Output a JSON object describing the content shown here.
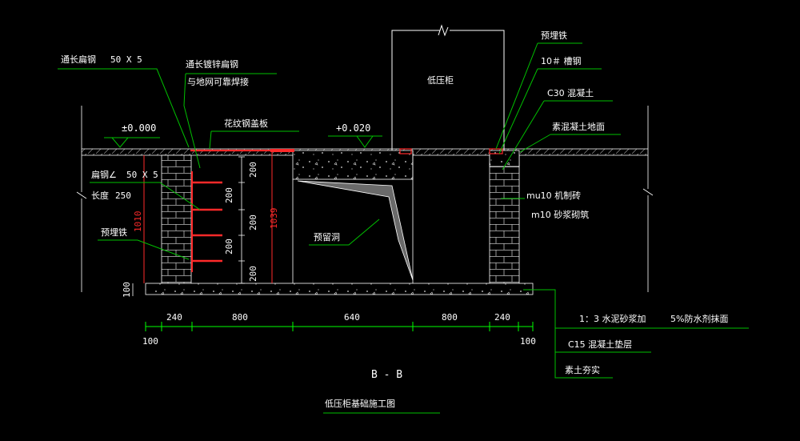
{
  "colors": {
    "background": "#000000",
    "line_white": "#ffffff",
    "leader_green": "#00c000",
    "steel_red": "#ff2a2a",
    "dim_green": "#00ff00"
  },
  "labels": {
    "flat_steel_left_title": "通长扁钢",
    "flat_steel_left_spec": "50 X 5",
    "galv_flat_steel_1": "通长镀锌扁钢",
    "galv_flat_steel_2": "与地网可靠焊接",
    "checker_plate": "花纹钢盖板",
    "level_zero": "±0.000",
    "level_020": "+0.020",
    "cabinet": "低压柜",
    "embedded_iron_top": "预埋铁",
    "channel_steel": "10＃ 槽钢",
    "concrete_c30": "C30 混凝土",
    "plain_concrete_floor": "素混凝土地面",
    "flat_steel_bracket": "扁钢∠",
    "flat_steel_bracket_spec": "50 X 5",
    "length_label": "长度",
    "length_value": "250",
    "embedded_iron_left": "预埋铁",
    "reserved_hole": "预留洞",
    "brick": "mu10 机制砖",
    "mortar": "m10 砂浆砌筑",
    "plaster": "1：3 水泥砂浆加",
    "waterproof": "5%防水剂抹面",
    "c15_cushion": "C15 混凝土垫层",
    "compacted_soil": "素土夯实",
    "section_name": "B - B",
    "drawing_title": "低压柜基础施工图"
  },
  "dimensions": {
    "bottom": [
      "240",
      "800",
      "640",
      "800",
      "240"
    ],
    "bottom_left_offset": "100",
    "bottom_right_offset": "100",
    "vertical_inner": [
      "200",
      "200",
      "200",
      "200"
    ],
    "height_1010": "1010",
    "height_1039": "1039",
    "slab_100": "100"
  }
}
